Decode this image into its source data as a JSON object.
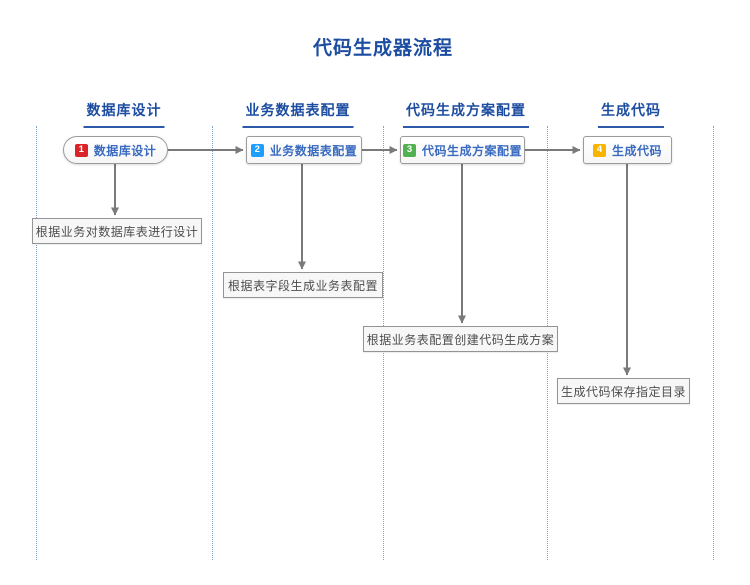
{
  "title": "代码生成器流程",
  "colors": {
    "title_text": "#1d4da0",
    "header_text": "#1d4da0",
    "node_label_text": "#3a6bc0",
    "arrow": "#7a7a7a",
    "lane_divider": "#7e9fcc",
    "note_text": "#4d4d4d"
  },
  "lanes": [
    {
      "label": "数据库设计"
    },
    {
      "label": "业务数据表配置"
    },
    {
      "label": "代码生成方案配置"
    },
    {
      "label": "生成代码"
    }
  ],
  "nodes": [
    {
      "step": "1",
      "label": "数据库设计",
      "badge_color": "#d9252a"
    },
    {
      "step": "2",
      "label": "业务数据表配置",
      "badge_color": "#1e9fff"
    },
    {
      "step": "3",
      "label": "代码生成方案配置",
      "badge_color": "#52b152"
    },
    {
      "step": "4",
      "label": "生成代码",
      "badge_color": "#f7b500"
    }
  ],
  "notes": [
    {
      "text": "根据业务对数据库表进行设计"
    },
    {
      "text": "根据表字段生成业务表配置"
    },
    {
      "text": "根据业务表配置创建代码生成方案"
    },
    {
      "text": "生成代码保存指定目录"
    }
  ],
  "flow": [
    "step1→step2",
    "step2→step3",
    "step3→step4",
    "step1→note1",
    "step2→note2",
    "step3→note3",
    "step4→note4"
  ]
}
